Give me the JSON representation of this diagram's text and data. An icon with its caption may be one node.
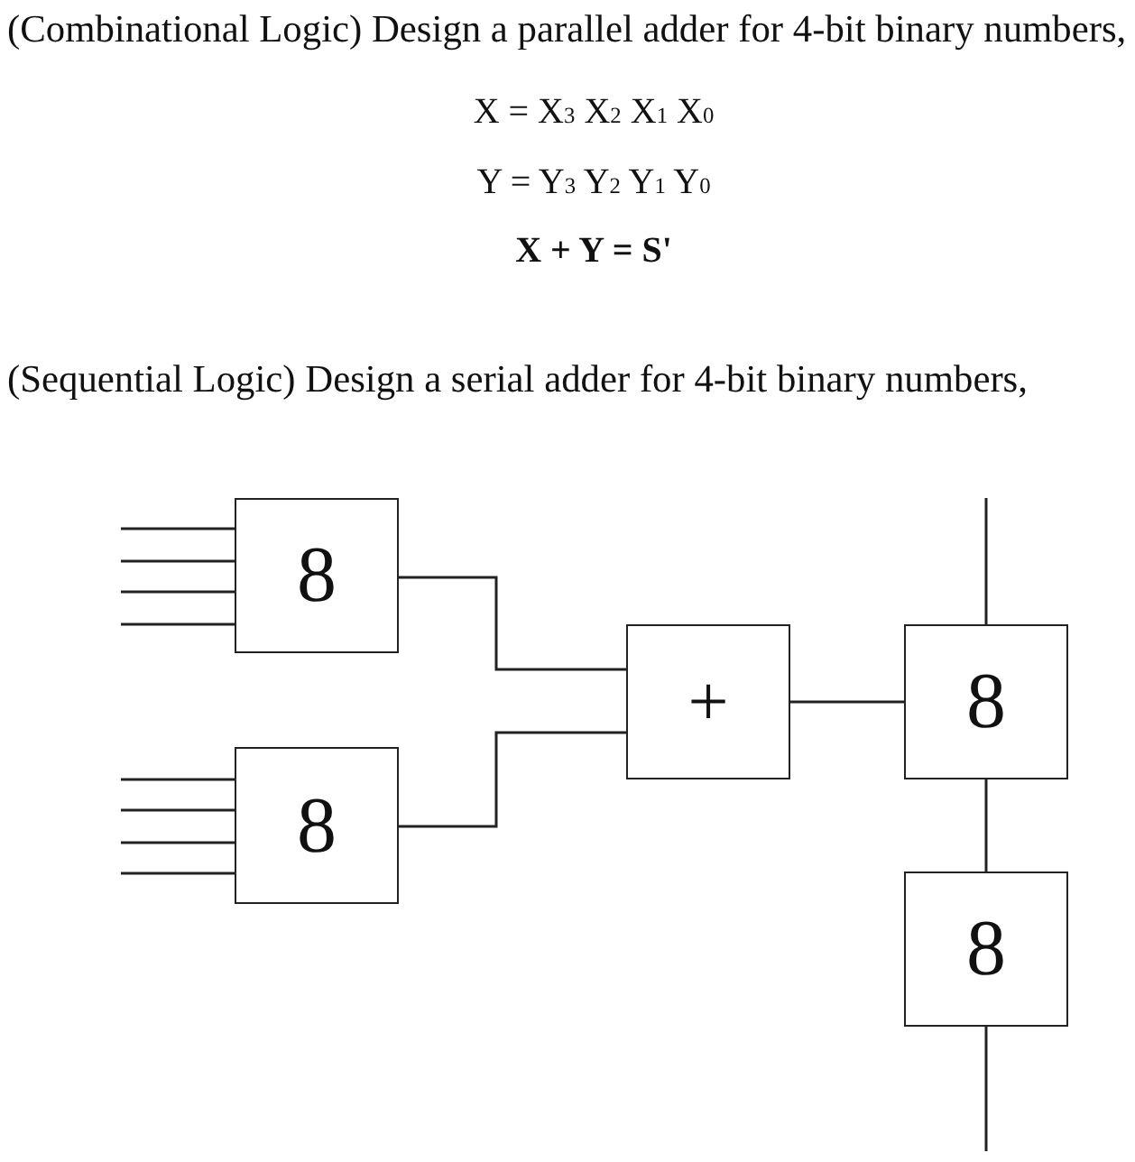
{
  "diagram": {
    "nodes": [
      {
        "text": [
          "8"
        ]
      },
      {
        "text": [
          "8"
        ]
      },
      {
        "text": [
          "+"
        ]
      },
      {
        "text": [
          "8"
        ]
      },
      {
        "text": [
          "8"
        ]
      }
    ],
    "edges": [
      {
        "from": null,
        "to": 0,
        "arrow": "none"
      },
      {
        "from": null,
        "to": 0,
        "arrow": "none"
      },
      {
        "from": null,
        "to": 0,
        "arrow": "none"
      },
      {
        "from": null,
        "to": 0,
        "arrow": "none"
      },
      {
        "from": null,
        "to": 1,
        "arrow": "none"
      },
      {
        "from": null,
        "to": 1,
        "arrow": "none"
      },
      {
        "from": null,
        "to": 1,
        "arrow": "none"
      },
      {
        "from": null,
        "to": 1,
        "arrow": "none"
      },
      {
        "from": 0,
        "to": 2,
        "arrow": "none"
      },
      {
        "from": 1,
        "to": 2,
        "arrow": "none"
      },
      {
        "from": 2,
        "to": 3,
        "arrow": "none"
      },
      {
        "from": null,
        "to": 3,
        "arrow": "none"
      },
      {
        "from": 3,
        "to": 4,
        "arrow": "none"
      },
      {
        "from": 4,
        "to": null,
        "arrow": "none"
      }
    ],
    "labels": [
      "(Combinational Logic) Design a parallel adder for 4-bit binary numbers,",
      "X = X$_{3}$ X$_{2}$ X$_{1}$ X$_{0}$",
      "Y = Y$_{3}$ Y$_{2}$ Y$_{1}$ Y$_{0}$",
      "X + Y = S'",
      "(Sequential Logic) Design a serial adder for 4-bit binary numbers,"
    ]
  }
}
